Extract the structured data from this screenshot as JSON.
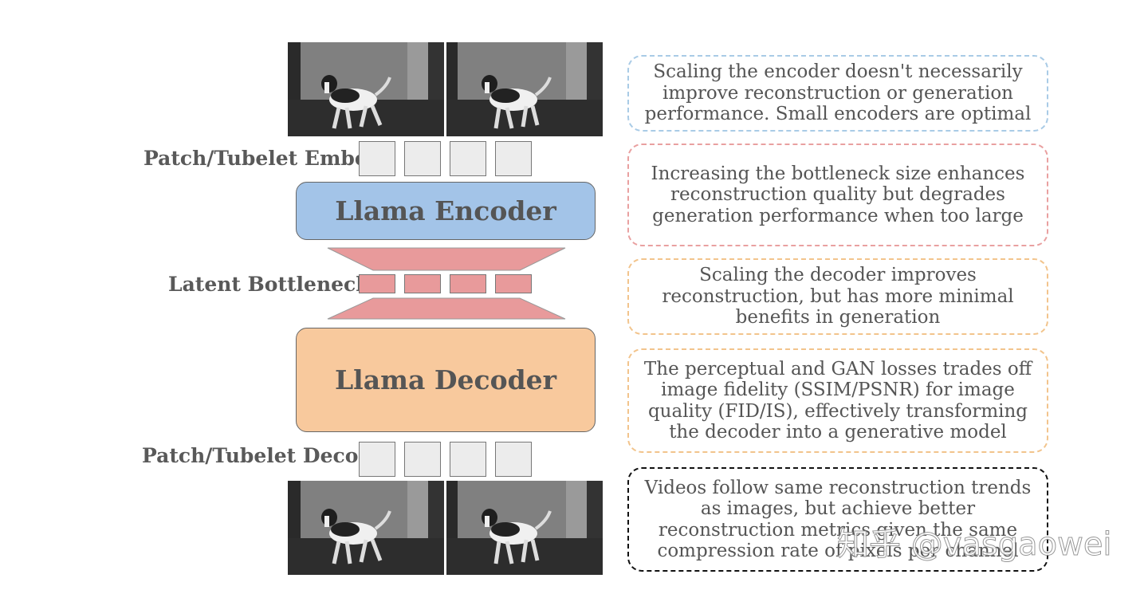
{
  "labels": {
    "embed": "Patch/Tubelet Embed",
    "bottleneck": "Latent Bottleneck",
    "decode": "Patch/Tubelet Decode"
  },
  "blocks": {
    "encoder": "Llama Encoder",
    "decoder": "Llama Decoder"
  },
  "colors": {
    "encoder": "#a3c4e8",
    "decoder": "#f8c99d",
    "bottleneck": "#e89a9b",
    "note_blue": "#a9cbe6",
    "note_red": "#e9a0a0",
    "note_orange": "#f2c48c",
    "note_black": "#111111"
  },
  "notes": [
    {
      "text": "Scaling the encoder doesn't necessarily improve reconstruction or generation performance. Small encoders are optimal",
      "color": "note_blue"
    },
    {
      "text": "Increasing the bottleneck size enhances reconstruction quality but degrades generation performance when too large",
      "color": "note_red"
    },
    {
      "text": "Scaling the decoder improves reconstruction, but has more minimal benefits in generation",
      "color": "note_orange"
    },
    {
      "text": "The perceptual and GAN losses trades off image fidelity (SSIM/PSNR) for image quality (FID/IS), effectively transforming the decoder into a generative model",
      "color": "note_orange"
    },
    {
      "text": "Videos follow same reconstruction trends as images, but achieve better reconstruction metrics given the same compression rate of pixels per channel",
      "color": "note_black"
    }
  ],
  "watermark": "知乎 @vasgaowei"
}
